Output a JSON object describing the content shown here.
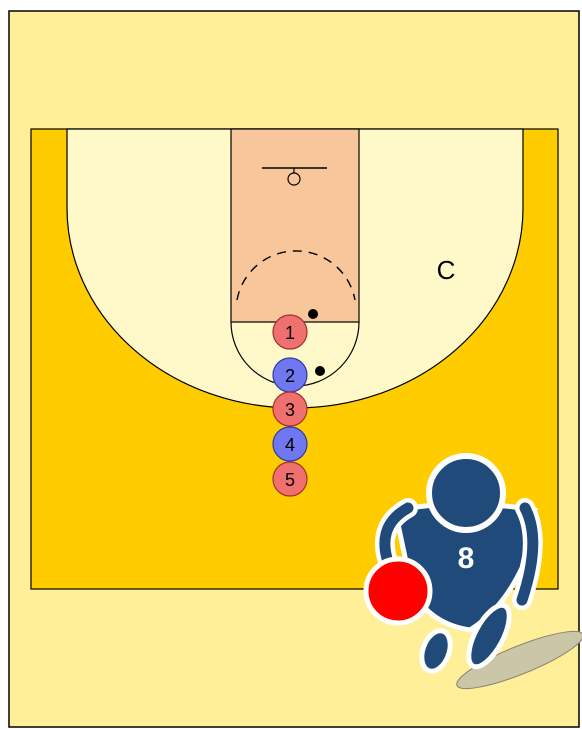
{
  "diagram": {
    "zone_label": "C",
    "players": [
      {
        "label": "1",
        "team": "offense"
      },
      {
        "label": "2",
        "team": "defense"
      },
      {
        "label": "3",
        "team": "offense"
      },
      {
        "label": "4",
        "team": "defense"
      },
      {
        "label": "5",
        "team": "offense"
      }
    ],
    "logo": {
      "number": "8"
    },
    "colors": {
      "background": "#ffef99",
      "court": "#ffcc00",
      "three_point_area": "#fff8c8",
      "paint": "#f7c79b",
      "offense": "#f07070",
      "defense": "#6f78f0",
      "logo_blue": "#1f4a7a",
      "logo_red": "#ff0000"
    }
  }
}
